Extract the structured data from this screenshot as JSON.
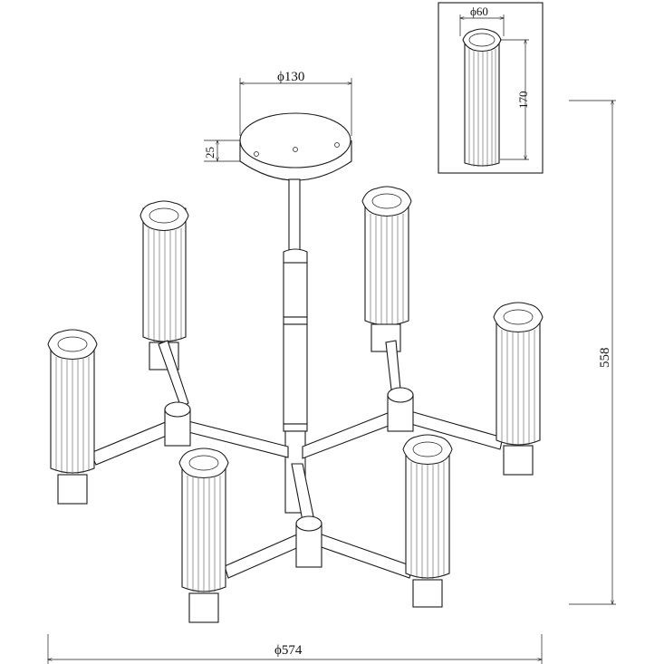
{
  "dimensions": {
    "canopy_diameter": "ϕ130",
    "canopy_height": "25",
    "shade_diameter": "ϕ60",
    "shade_height": "170",
    "total_height": "558",
    "total_diameter": "ϕ574"
  }
}
